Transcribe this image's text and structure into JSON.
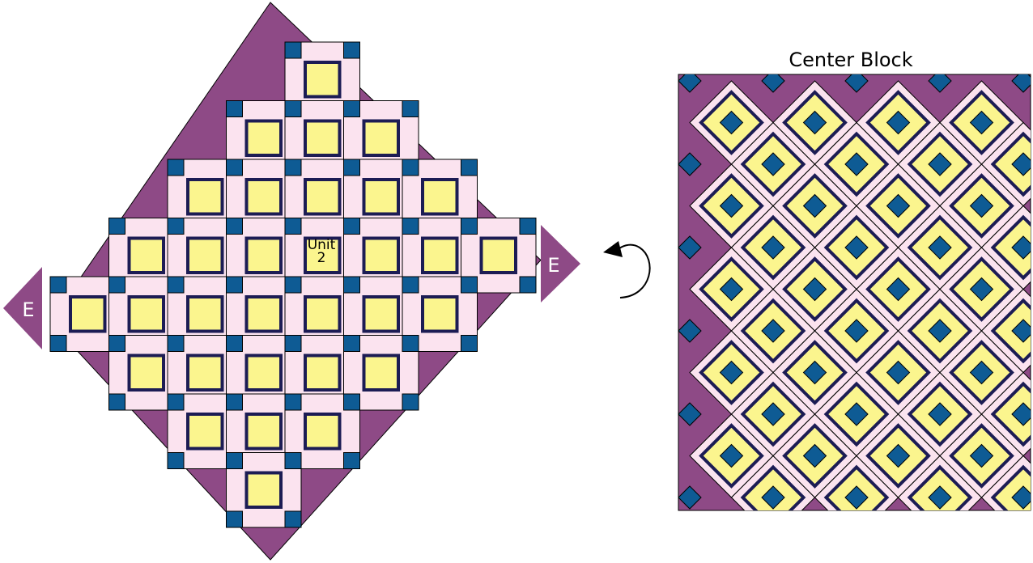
{
  "title": "Center Block",
  "unit_label_line1": "Unit",
  "unit_label_line2": "2",
  "left_triangle_label": "E",
  "right_triangle_label": "E",
  "colors": {
    "purple": "#8e4a86",
    "pink": "#fbe3ef",
    "yellow": "#fbf58e",
    "blue": "#0e5b94",
    "navy": "#1c1c54",
    "outline": "#000000"
  },
  "left_diagram": {
    "row_widths": [
      1,
      3,
      5,
      7,
      7,
      5,
      3,
      1
    ]
  },
  "right_diagram": {
    "diamond_columns": 4,
    "diamond_rows": 5
  }
}
